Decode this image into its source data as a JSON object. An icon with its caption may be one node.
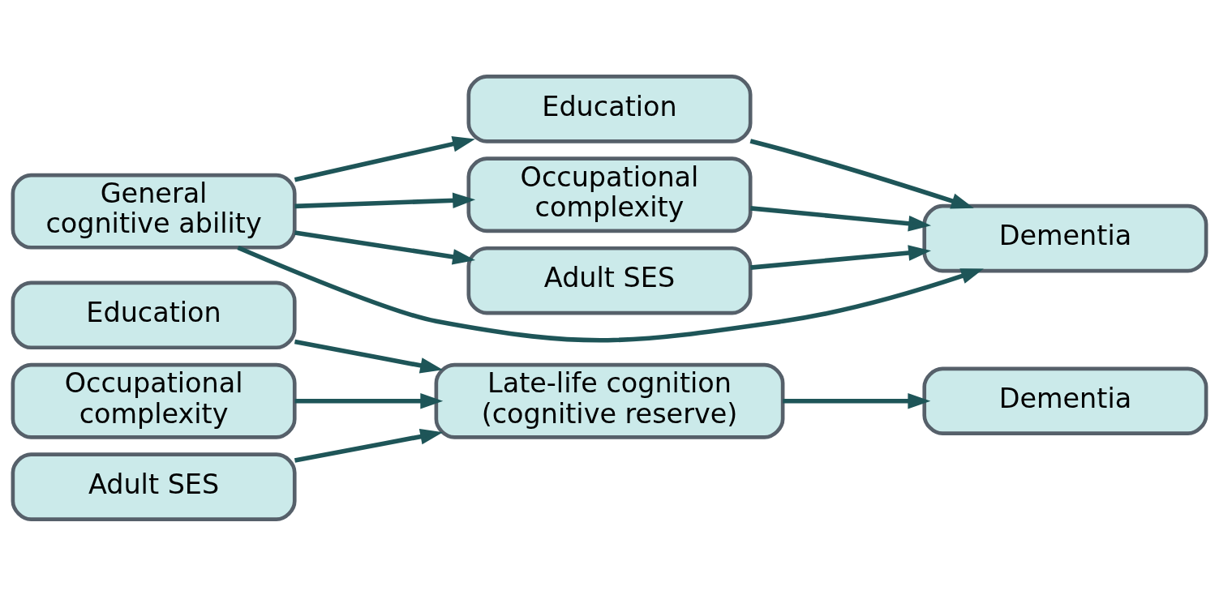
{
  "diagram": {
    "nodes": [
      {
        "text": [
          "Education"
        ]
      },
      {
        "text": [
          "Occupational complexity"
        ]
      },
      {
        "text": [
          "Adult SES"
        ]
      },
      {
        "text": [
          "Late-life cognition (cognitive reserve)"
        ]
      },
      {
        "text": [
          "Dementia"
        ]
      },
      {
        "text": [
          "Education"
        ]
      },
      {
        "text": [
          "Occupational complexity"
        ]
      },
      {
        "text": [
          "Adult SES"
        ]
      },
      {
        "text": [
          "General cognitive ability"
        ]
      },
      {
        "text": [
          "Dementia"
        ]
      }
    ],
    "edges": [
      {
        "from": 0,
        "to": 3,
        "arrow": "to"
      },
      {
        "from": 1,
        "to": 3,
        "arrow": "to"
      },
      {
        "from": 2,
        "to": 3,
        "arrow": "to"
      },
      {
        "from": 3,
        "to": 4,
        "arrow": "to"
      },
      {
        "from": 8,
        "to": 5,
        "arrow": "to"
      },
      {
        "from": 8,
        "to": 6,
        "arrow": "to"
      },
      {
        "from": 8,
        "to": 7,
        "arrow": "to"
      },
      {
        "from": 5,
        "to": 9,
        "arrow": "to"
      },
      {
        "from": 6,
        "to": 9,
        "arrow": "to"
      },
      {
        "from": 7,
        "to": 9,
        "arrow": "to"
      },
      {
        "from": 8,
        "to": 9,
        "arrow": "to"
      }
    ]
  }
}
